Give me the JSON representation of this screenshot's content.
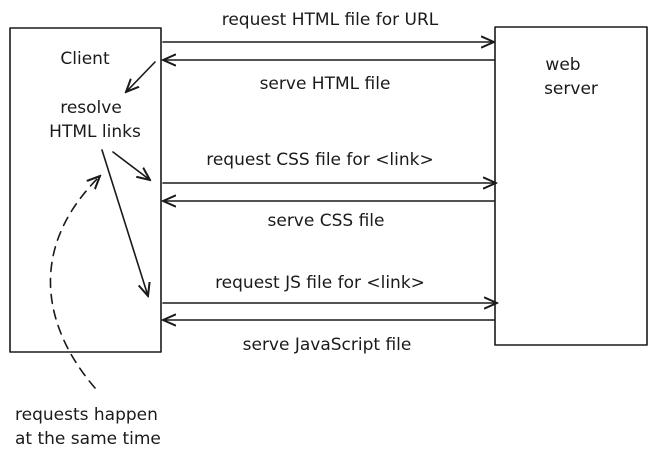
{
  "client": {
    "label": "Client"
  },
  "server": {
    "label_line1": "web",
    "label_line2": "server"
  },
  "resolve": {
    "line1": "resolve",
    "line2": "HTML links"
  },
  "messages": [
    {
      "id": "req-html",
      "label": "request HTML file for URL"
    },
    {
      "id": "serve-html",
      "label": "serve HTML file"
    },
    {
      "id": "req-css",
      "label": "request CSS file for <link>"
    },
    {
      "id": "serve-css",
      "label": "serve CSS file"
    },
    {
      "id": "req-js",
      "label": "request JS file for <link>"
    },
    {
      "id": "serve-js",
      "label": "serve JavaScript file"
    }
  ],
  "note": {
    "line1": "requests happen",
    "line2": "at the same time"
  },
  "colors": {
    "ink": "#1a1a1a",
    "background": "#ffffff"
  }
}
